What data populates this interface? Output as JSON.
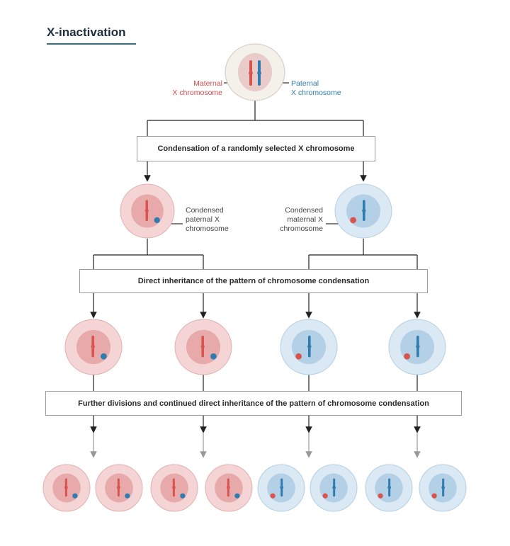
{
  "title": "X-inactivation",
  "labels": {
    "maternal_line1": "Maternal",
    "maternal_line2": "X chromosome",
    "paternal_line1": "Paternal",
    "paternal_line2": "X chromosome",
    "cond_paternal_line1": "Condensed",
    "cond_paternal_line2": "paternal X",
    "cond_paternal_line3": "chromosome",
    "cond_maternal_line1": "Condensed",
    "cond_maternal_line2": "maternal X",
    "cond_maternal_line3": "chromosome"
  },
  "steps": {
    "step1": "Condensation of a randomly selected X chromosome",
    "step2": "Direct inheritance of the pattern of chromosome condensation",
    "step3": "Further divisions and continued direct inheritance of the pattern of chromosome condensation"
  },
  "colors": {
    "maternal": "#d9534f",
    "paternal": "#2f7db0",
    "pink_cell": "#f4d4d4",
    "pink_nucleus": "#e7a9a9",
    "blue_cell": "#dae9f3",
    "blue_nucleus": "#b3d0e6"
  }
}
